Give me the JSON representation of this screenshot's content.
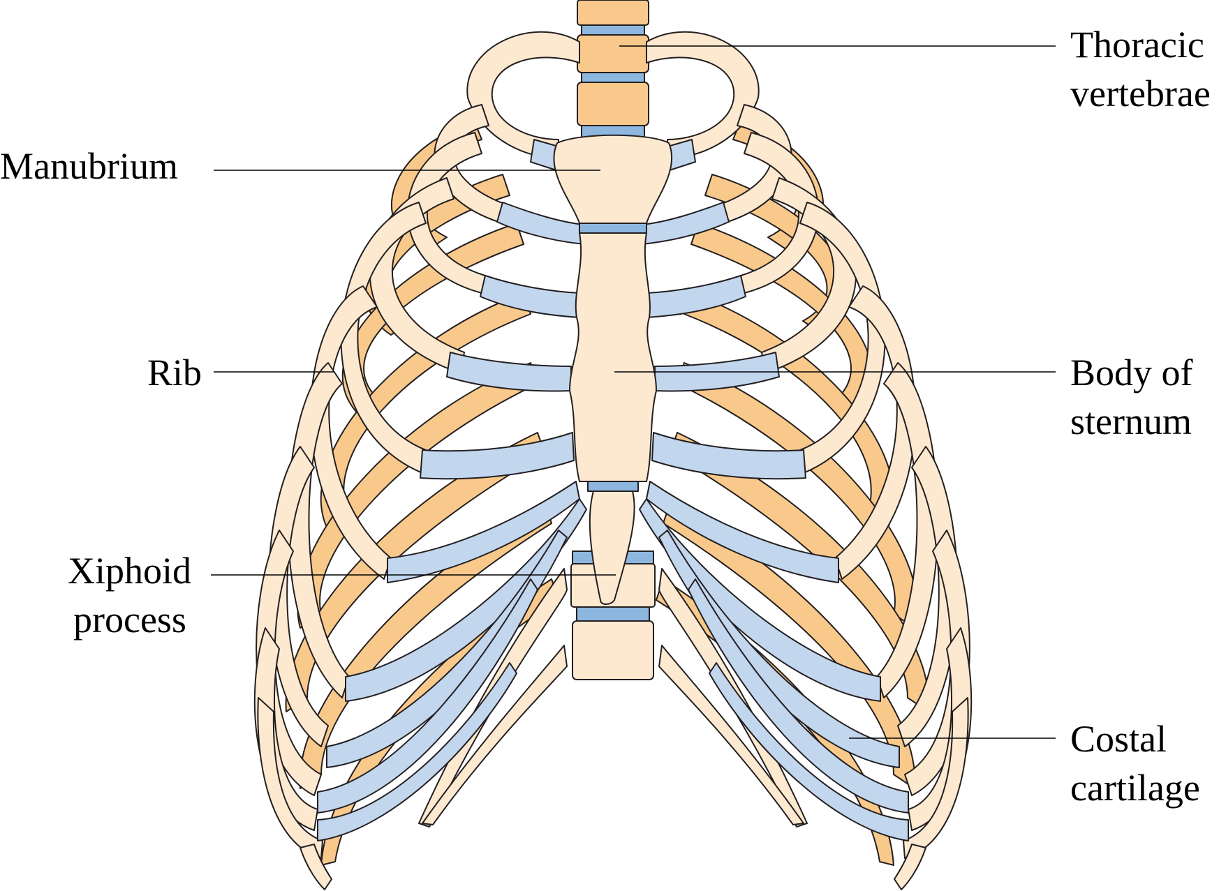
{
  "labels": {
    "thoracic_line1": "Thoracic",
    "thoracic_line2": "vertebrae",
    "manubrium": "Manubrium",
    "rib": "Rib",
    "xiphoid_line1": "Xiphoid",
    "xiphoid_line2": "process",
    "body_line1": "Body of",
    "body_line2": "sternum",
    "costal_line1": "Costal",
    "costal_line2": "cartilage"
  },
  "colors": {
    "bone_front": "#fde9d0",
    "bone_back": "#f9c98c",
    "cartilage": "#c2d6ee",
    "disc": "#8eb7e0",
    "outline": "#231f20"
  }
}
